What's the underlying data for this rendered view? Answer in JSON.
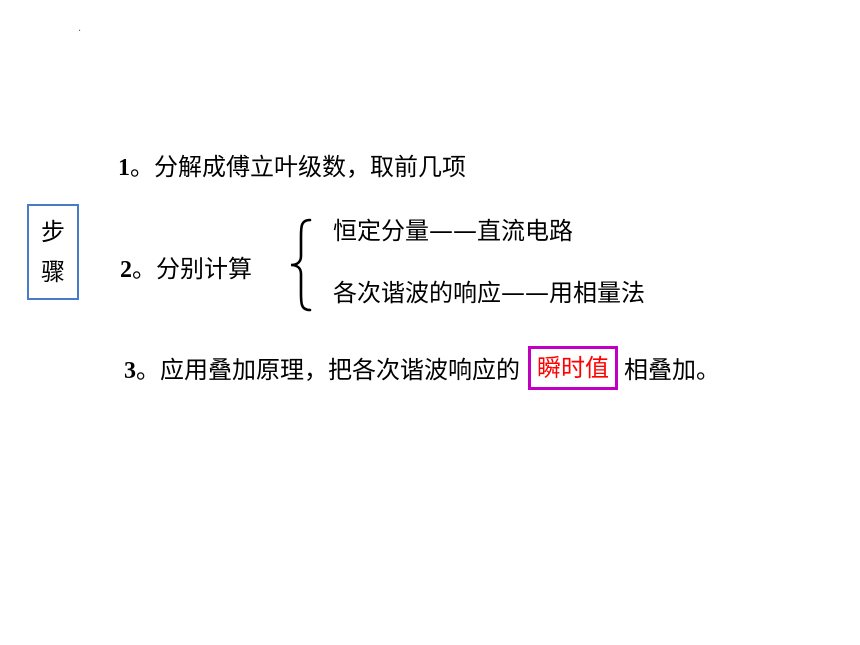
{
  "slide": {
    "dot": ".",
    "steps_label": [
      "步",
      "骤"
    ],
    "item1": {
      "num": "1",
      "text": "。分解成傅立叶级数，取前几项"
    },
    "item2": {
      "num": "2",
      "text": "。分别计算",
      "sub": [
        "恒定分量——直流电路",
        "各次谐波的响应——用相量法"
      ]
    },
    "item3": {
      "num": "3",
      "text_before": "。应用叠加原理，把各次谐波响应的",
      "highlight": "瞬时值",
      "text_after": "相叠加。"
    }
  },
  "colors": {
    "box_border": "#4a7bc8",
    "highlight_border": "#c000c0",
    "highlight_text": "#ff0000"
  }
}
